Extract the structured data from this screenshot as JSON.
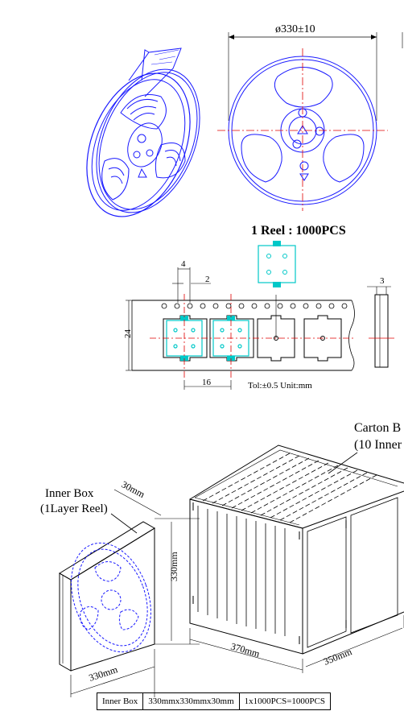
{
  "reel": {
    "diameter_label": "ø330±10",
    "capacity_label": "1 Reel : 1000PCS"
  },
  "tape": {
    "dim_pitch_hole": "4",
    "dim_hole": "2",
    "dim_width": "24",
    "dim_pitch": "16",
    "dim_thickness": "3",
    "tolerance": "Tol:±0.5  Unit:mm"
  },
  "inner_box": {
    "title": "Inner Box",
    "subtitle": "(1Layer Reel)",
    "dim_depth": "30mm",
    "dim_height": "330mm",
    "dim_width": "330mm"
  },
  "carton": {
    "title": "Carton B",
    "subtitle": "(10 Inner",
    "dim_length": "370mm",
    "dim_width": "350mm"
  },
  "spec_table": {
    "name": "Inner Box",
    "size": "330mmx330mmx30mm",
    "qty": "1x1000PCS=1000PCS"
  },
  "colors": {
    "reel_line": "#1a1aff",
    "center_line": "#e00000",
    "component": "#00c8c8",
    "ink": "#000000"
  }
}
